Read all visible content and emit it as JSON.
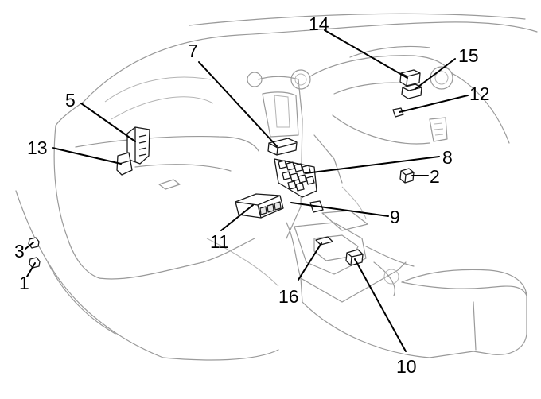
{
  "callouts": {
    "n1": "1",
    "n2": "2",
    "n3": "3",
    "n5": "5",
    "n7": "7",
    "n8": "8",
    "n9": "9",
    "n10": "10",
    "n11": "11",
    "n12": "12",
    "n13": "13",
    "n14": "14",
    "n15": "15",
    "n16": "16"
  },
  "colors": {
    "line": "#000000",
    "outline": "#9a9a9a",
    "background": "#ffffff"
  }
}
